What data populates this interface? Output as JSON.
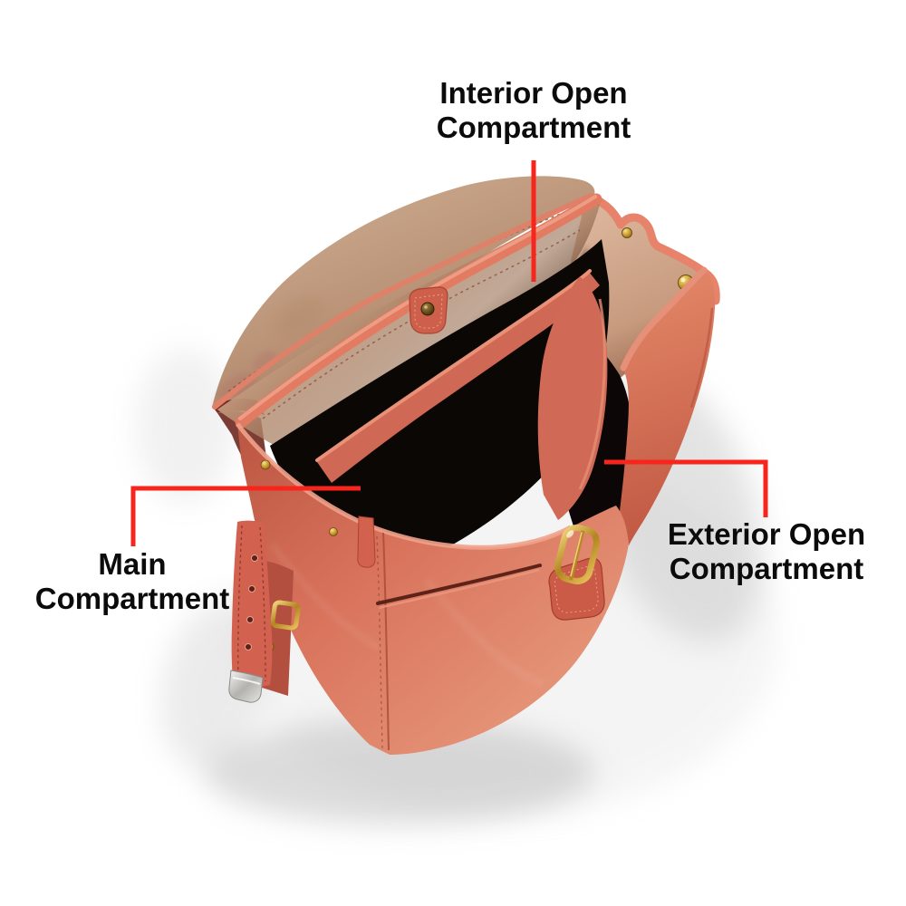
{
  "figure": {
    "type": "annotated-product-photo",
    "subject": "Open leather backpack viewed from above with labeled compartments",
    "background_color": "#ffffff"
  },
  "annotations": {
    "interior_open_compartment": {
      "text": "Interior Open Compartment",
      "lines": [
        "Interior Open",
        "Compartment"
      ]
    },
    "main_compartment": {
      "text": "Main Compartment",
      "lines": [
        "Main",
        "Compartment"
      ]
    },
    "exterior_open_compartment": {
      "text": "Exterior Open Compartment",
      "lines": [
        "Exterior Open",
        "Compartment"
      ]
    }
  },
  "style": {
    "callout_color": "#f8251c",
    "label_text_color": "#0b0b0b",
    "leather_salmon": "#d9735c",
    "leather_flap_tan": "#bb9478",
    "leather_interior_tan": "#c49c80",
    "compartment_dark": "#0b0705",
    "hardware_brass": "#c9982e"
  }
}
